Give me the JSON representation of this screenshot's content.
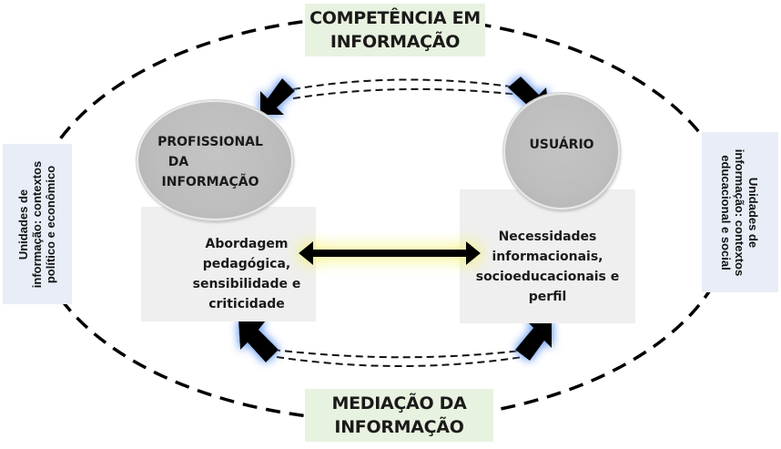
{
  "diagram": {
    "top_label": {
      "lines": [
        "COMPETÊNCIA EM",
        "INFORMAÇÃO"
      ],
      "background": "#e8f2e0"
    },
    "bottom_label": {
      "lines": [
        "MEDIAÇÃO DA",
        "INFORMAÇÃO"
      ],
      "background": "#e8f2e0"
    },
    "left_context": {
      "lines": [
        "Unidades de",
        "informação: contextos",
        "político e econômico"
      ],
      "background": "#e8edf7"
    },
    "right_context": {
      "lines": [
        "Unidades de",
        "informação: contextos",
        "educacional e social"
      ],
      "background": "#e8edf7"
    },
    "professional": {
      "lines": [
        "PROFISSIONAL",
        "DA",
        "INFORMAÇÃO"
      ]
    },
    "user": {
      "lines": [
        "USUÁRIO"
      ]
    },
    "professional_attributes": {
      "lines": [
        "Abordagem",
        "pedagógica,",
        "sensibilidade e",
        "criticidade"
      ]
    },
    "user_attributes": {
      "lines": [
        "Necessidades",
        "informacionais,",
        "socioeducacionais e",
        "perfil"
      ]
    },
    "connectors": [
      {
        "from": "user",
        "to": "professional",
        "type": "curved-arrow-dashed",
        "position": "top"
      },
      {
        "from": "professional",
        "to": "user",
        "type": "curved-arrow-dashed",
        "position": "top"
      },
      {
        "from": "professional_attributes",
        "to": "user_attributes",
        "type": "double-arrow",
        "glow": "#f7f59a"
      },
      {
        "from": "user",
        "to": "professional",
        "type": "curved-arrow-dashed",
        "position": "bottom"
      }
    ],
    "colors": {
      "arrow": "#000000",
      "arrow_glow": "#7aa6f0",
      "circle": "#bdbdbd",
      "attribute_box": "#efefef",
      "ellipse_stroke": "#000000"
    }
  }
}
